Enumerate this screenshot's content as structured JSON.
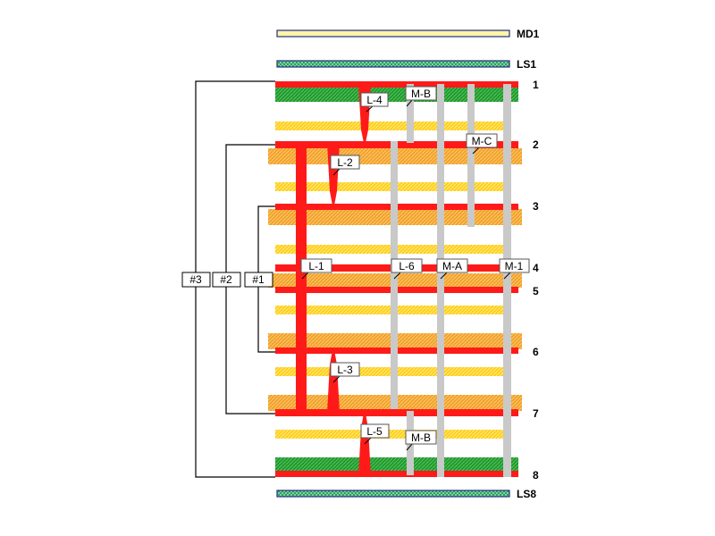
{
  "colors": {
    "copper": "#ff1a1a",
    "core": "#f3a226",
    "prepreg": "#ffcf1a",
    "green": "#1f9a2c",
    "via": "#c8c8c8",
    "md1_fill": "#fff4a8",
    "ls_fill": "#1e9a58",
    "bracket": "#000000"
  },
  "surface_labels": {
    "top_mask": "MD1",
    "top_legend": "LS1",
    "bottom_legend": "LS8"
  },
  "layer_numbers": [
    "1",
    "2",
    "3",
    "4",
    "5",
    "6",
    "7",
    "8"
  ],
  "brackets": [
    "#3",
    "#2",
    "#1"
  ],
  "via_tags": [
    "L-4",
    "M-B",
    "M-C",
    "L-2",
    "L-1",
    "L-6",
    "M-A",
    "M-1",
    "L-3",
    "L-5",
    "M-B"
  ]
}
